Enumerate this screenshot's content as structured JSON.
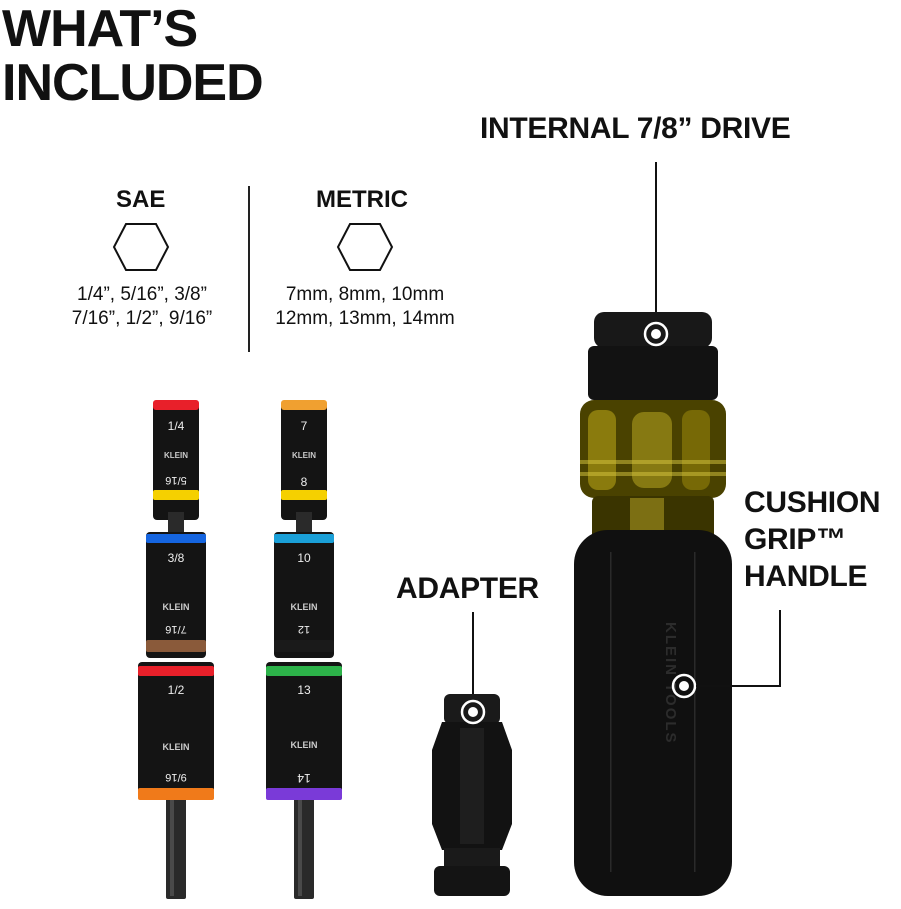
{
  "header": {
    "line1": "WHAT’S",
    "line2": "INCLUDED"
  },
  "sae": {
    "title": "SAE",
    "line1": "1/4”, 5/16”, 3/8”",
    "line2": "7/16”, 1/2”, 9/16”"
  },
  "metric": {
    "title": "METRIC",
    "line1": "7mm, 8mm, 10mm",
    "line2": "12mm, 13mm, 14mm"
  },
  "callouts": {
    "drive": "INTERNAL 7/8” DRIVE",
    "adapter": "ADAPTER",
    "grip_line1": "CUSHION",
    "grip_line2": "GRIP™",
    "grip_line3": "HANDLE"
  },
  "sae_stack": {
    "s1": "1/4",
    "s2": "5/16",
    "s3": "3/8",
    "s4": "7/16",
    "s5": "1/2",
    "s6": "9/16"
  },
  "metric_stack": {
    "s1": "7",
    "s2": "8",
    "s3": "10",
    "s4": "12",
    "s5": "13",
    "s6": "14"
  },
  "brand": {
    "socket": "KLEIN",
    "handle": "KLEIN TOOLS"
  },
  "colors": {
    "red": "#e8202a",
    "yellow": "#f5d000",
    "blue": "#1565e0",
    "brown": "#8a5a3a",
    "orange": "#f07a1a",
    "amber": "#f0a030",
    "cyan": "#1aa0d8",
    "green": "#2db34a",
    "purple": "#7a3ad8"
  }
}
